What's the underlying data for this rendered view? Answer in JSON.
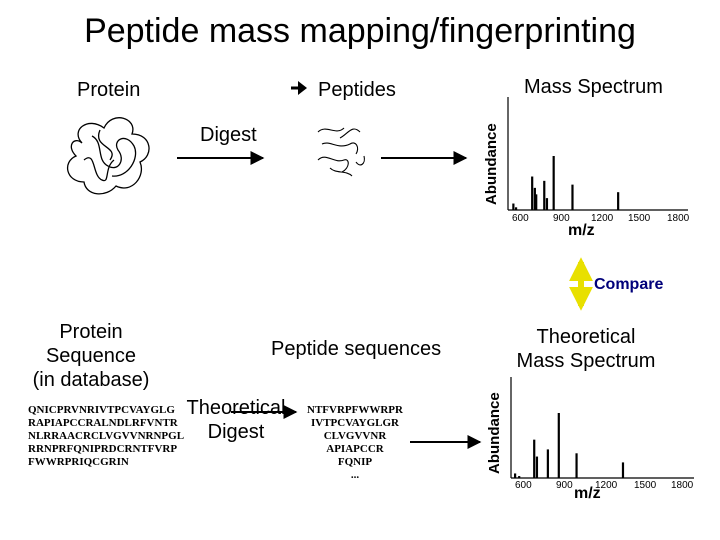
{
  "title": "Peptide mass mapping/fingerprinting",
  "top": {
    "protein_label": "Protein",
    "peptides_label": "Peptides",
    "digest_label": "Digest",
    "mass_spectrum_label": "Mass Spectrum",
    "y_axis_label": "Abundance",
    "x_axis_label": "m/z",
    "x_ticks": [
      "600",
      "900",
      "1200",
      "1500",
      "1800"
    ]
  },
  "compare_label": "Compare",
  "bottom": {
    "protein_sequence_label": [
      "Protein",
      "Sequence",
      "(in database)"
    ],
    "protein_sequence_lines": [
      "QNICPRVNRIVTPCVAYGLG",
      "RAPIAPCCRALNDLRFVNTR",
      "NLRRAACRCLVGVVNRNPGL",
      "RRNPRFQNIPRDCRNTFVRP",
      "FWWRPRIQCGRIN"
    ],
    "peptide_sequences_label": "Peptide sequences",
    "theoretical_digest_label": [
      "Theoretical",
      "Digest"
    ],
    "peptide_lines": [
      "NTFVRPFWWRPR",
      "IVTPCVAYGLGR",
      "CLVGVVNR",
      "APIAPCCR",
      "FQNIP",
      "..."
    ],
    "theoretical_spectrum_label": [
      "Theoretical",
      "Mass Spectrum"
    ],
    "y_axis_label": "Abundance",
    "x_axis_label": "m/z",
    "x_ticks": [
      "600",
      "900",
      "1200",
      "1500",
      "1800"
    ]
  },
  "chart_data": [
    {
      "type": "bar",
      "title": "Mass Spectrum",
      "xlabel": "m/z",
      "ylabel": "Abundance",
      "xlim": [
        520,
        1860
      ],
      "x_ticks": [
        600,
        900,
        1200,
        1500,
        1800
      ],
      "ylim": [
        0,
        1
      ],
      "series": [
        {
          "x": [
            560,
            580,
            700,
            720,
            730,
            790,
            810,
            860,
            1000,
            1340
          ],
          "values": [
            0.12,
            0.05,
            0.62,
            0.41,
            0.29,
            0.54,
            0.22,
            1.0,
            0.47,
            0.33
          ]
        }
      ]
    },
    {
      "type": "bar",
      "title": "Theoretical Mass Spectrum",
      "xlabel": "m/z",
      "ylabel": "Abundance",
      "xlim": [
        520,
        1860
      ],
      "x_ticks": [
        600,
        900,
        1200,
        1500,
        1800
      ],
      "ylim": [
        0,
        1
      ],
      "series": [
        {
          "x": [
            550,
            580,
            690,
            710,
            790,
            870,
            1000,
            1340
          ],
          "values": [
            0.07,
            0.03,
            0.59,
            0.33,
            0.44,
            1.0,
            0.38,
            0.24
          ]
        }
      ]
    }
  ]
}
